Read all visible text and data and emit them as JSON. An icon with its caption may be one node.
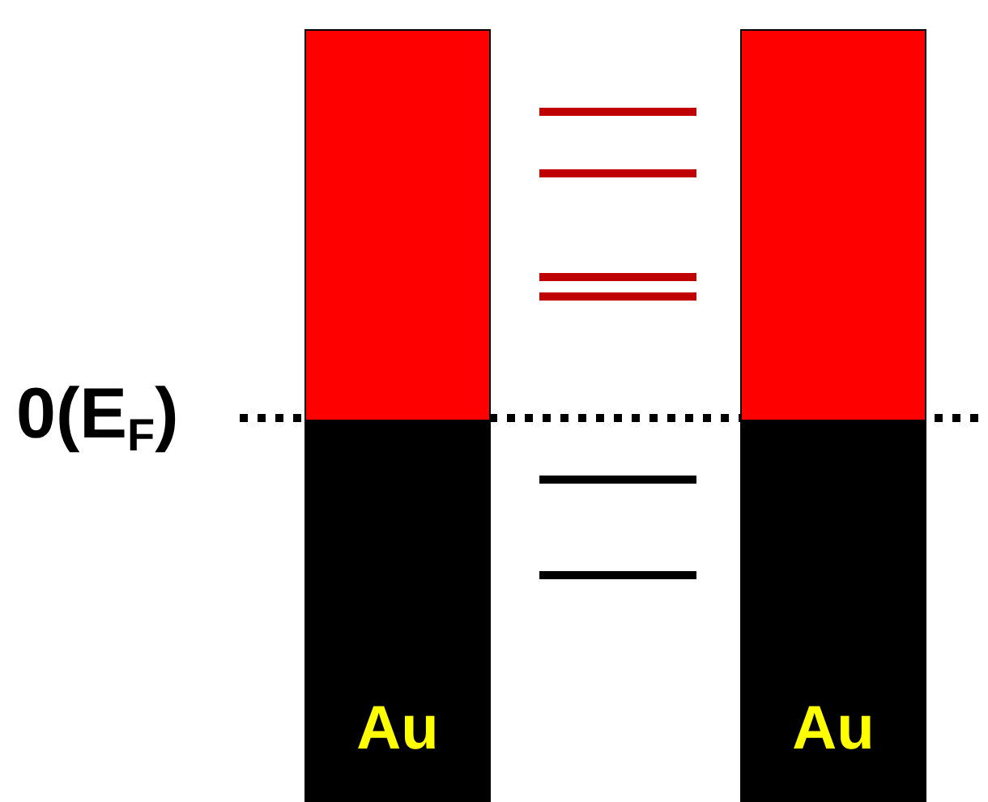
{
  "diagram": {
    "nodes": [
      {
        "text": [
          "Au"
        ]
      },
      {
        "text": [
          "Au"
        ]
      }
    ],
    "labels": [
      "0(E$_{F}$)"
    ]
  }
}
